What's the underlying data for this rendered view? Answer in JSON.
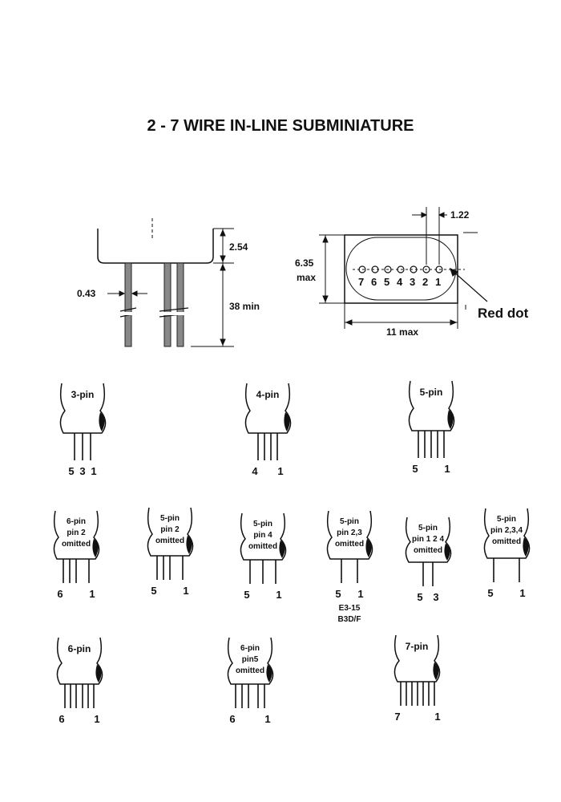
{
  "title": "2 - 7 WIRE IN-LINE SUBMINIATURE",
  "side_view": {
    "dim_top": "2.54",
    "dim_wire": "0.43",
    "dim_length": "38 min"
  },
  "bottom_view": {
    "dim_pitch": "1.22",
    "dim_height": "6.35",
    "dim_height_sub": "max",
    "dim_width": "11 max",
    "pins": [
      "7",
      "6",
      "5",
      "4",
      "3",
      "2",
      "1"
    ],
    "marker": "Red dot"
  },
  "variants": [
    {
      "l1": "3-pin",
      "l2": "",
      "l3": "",
      "left": "5",
      "mid": "3",
      "right": "1",
      "extra1": "",
      "extra2": ""
    },
    {
      "l1": "4-pin",
      "l2": "",
      "l3": "",
      "left": "4",
      "mid": "",
      "right": "1",
      "extra1": "",
      "extra2": ""
    },
    {
      "l1": "5-pin",
      "l2": "",
      "l3": "",
      "left": "5",
      "mid": "",
      "right": "1",
      "extra1": "",
      "extra2": ""
    },
    {
      "l1": "6-pin",
      "l2": "pin 2",
      "l3": "omitted",
      "left": "6",
      "mid": "",
      "right": "1",
      "extra1": "",
      "extra2": ""
    },
    {
      "l1": "5-pin",
      "l2": "pin 2",
      "l3": "omitted",
      "left": "5",
      "mid": "",
      "right": "1",
      "extra1": "",
      "extra2": ""
    },
    {
      "l1": "5-pin",
      "l2": "pin 4",
      "l3": "omitted",
      "left": "5",
      "mid": "",
      "right": "1",
      "extra1": "",
      "extra2": ""
    },
    {
      "l1": "5-pin",
      "l2": "pin 2,3",
      "l3": "omitted",
      "left": "5",
      "mid": "",
      "right": "1",
      "extra1": "E3-15",
      "extra2": "B3D/F"
    },
    {
      "l1": "5-pin",
      "l2": "pin 1 2 4",
      "l3": "omitted",
      "left": "5",
      "mid": "",
      "right": "3",
      "extra1": "",
      "extra2": ""
    },
    {
      "l1": "5-pin",
      "l2": "pin 2,3,4",
      "l3": "omitted",
      "left": "5",
      "mid": "",
      "right": "1",
      "extra1": "",
      "extra2": ""
    },
    {
      "l1": "6-pin",
      "l2": "",
      "l3": "",
      "left": "6",
      "mid": "",
      "right": "1",
      "extra1": "",
      "extra2": ""
    },
    {
      "l1": "6-pin",
      "l2": "pin5",
      "l3": "omitted",
      "left": "6",
      "mid": "",
      "right": "1",
      "extra1": "",
      "extra2": ""
    },
    {
      "l1": "7-pin",
      "l2": "",
      "l3": "",
      "left": "7",
      "mid": "",
      "right": "1",
      "extra1": "",
      "extra2": ""
    }
  ]
}
